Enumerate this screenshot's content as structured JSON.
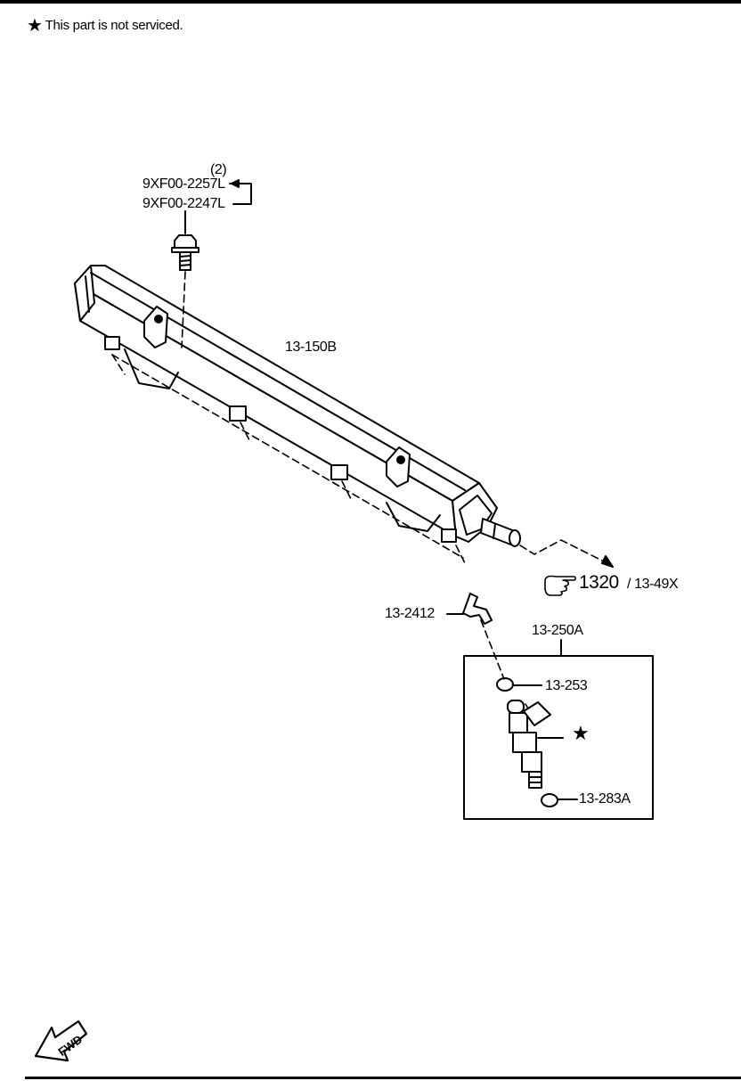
{
  "note": {
    "star": "★",
    "text": "This part is not serviced."
  },
  "labels": {
    "qty_bolt": "(2)",
    "bolt_a": "9XF00-2257L",
    "bolt_b": "9XF00-2247L",
    "fuel_rail": "13-150B",
    "ref_main": "1320",
    "ref_sub": "/ 13-49X",
    "clip": "13-2412",
    "injector_assy": "13-250A",
    "oring_top": "13-253",
    "injector_star": "★",
    "oring_bottom": "13-283A"
  },
  "icons": {
    "pointing_hand": "pointing-hand-icon",
    "fwd": "FWD"
  },
  "colors": {
    "line": "#000000",
    "background": "#ffffff"
  }
}
